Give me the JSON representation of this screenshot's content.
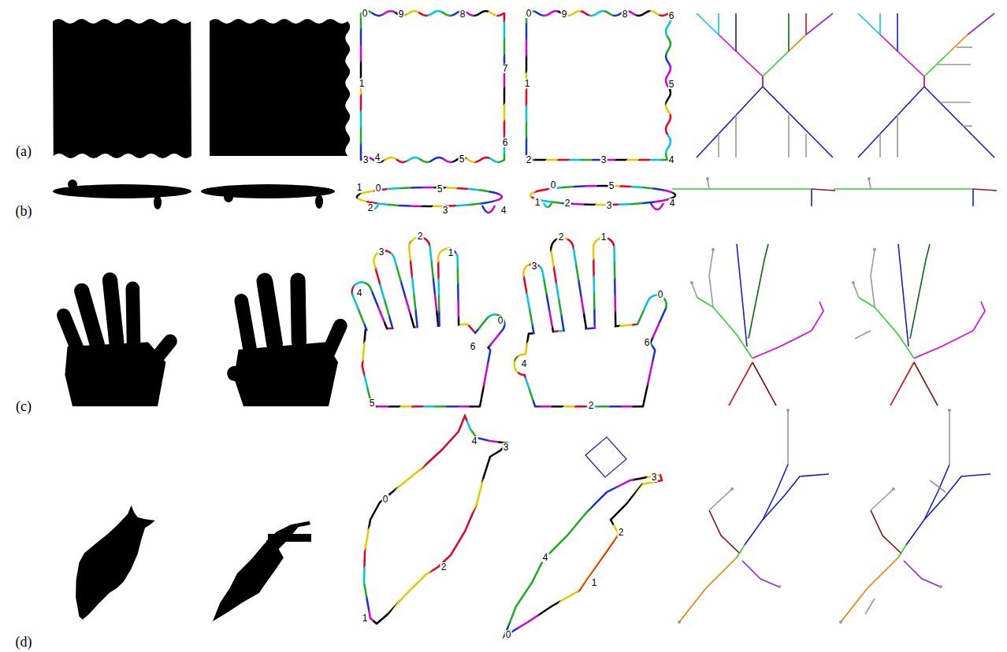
{
  "diagram": {
    "labels": [
      "(a)",
      "0",
      "9",
      "8",
      "1",
      "7",
      "6",
      "3",
      "4",
      "5",
      "0",
      "9",
      "8",
      "6",
      "1",
      "5",
      "2",
      "3",
      "4",
      "(b)",
      "1",
      "0",
      "5",
      "2",
      "3",
      "4",
      "0",
      "5",
      "1",
      "2",
      "3",
      "4",
      "2",
      "3",
      "1",
      "4",
      "0",
      "6",
      "5",
      "2",
      "1",
      "3",
      "0",
      "6",
      "4",
      "2",
      "(c)",
      "4",
      "3",
      "0",
      "2",
      "1",
      "3",
      "2",
      "1",
      "4",
      "0",
      "(d)"
    ]
  }
}
